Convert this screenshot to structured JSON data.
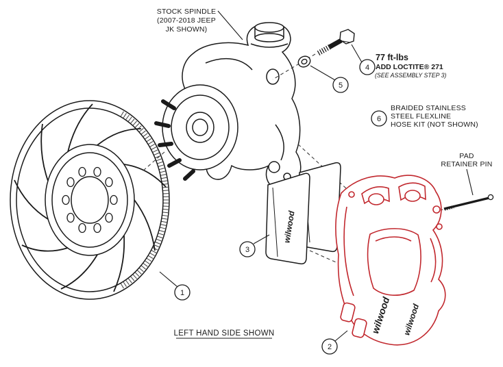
{
  "diagram": {
    "labels": {
      "stock_spindle_line1": "STOCK SPINDLE",
      "stock_spindle_line2": "(2007-2018 JEEP",
      "stock_spindle_line3": "JK SHOWN)",
      "torque": "77 ft-lbs",
      "loctite": "ADD LOCTITE® 271",
      "assembly_note": "(SEE ASSEMBLY STEP 3)",
      "hose_line1": "BRAIDED STAINLESS",
      "hose_line2": "STEEL FLEXLINE",
      "hose_line3": "HOSE KIT (NOT SHOWN)",
      "pad_retainer_line1": "PAD",
      "pad_retainer_line2": "RETAINER PIN",
      "footer": "LEFT HAND SIDE SHOWN"
    },
    "callouts": [
      "1",
      "2",
      "3",
      "4",
      "5",
      "6"
    ],
    "brand": "wilwood",
    "colors": {
      "line": "#1a1a1a",
      "caliper": "#c1272d",
      "loctite": "#e8131d"
    }
  }
}
